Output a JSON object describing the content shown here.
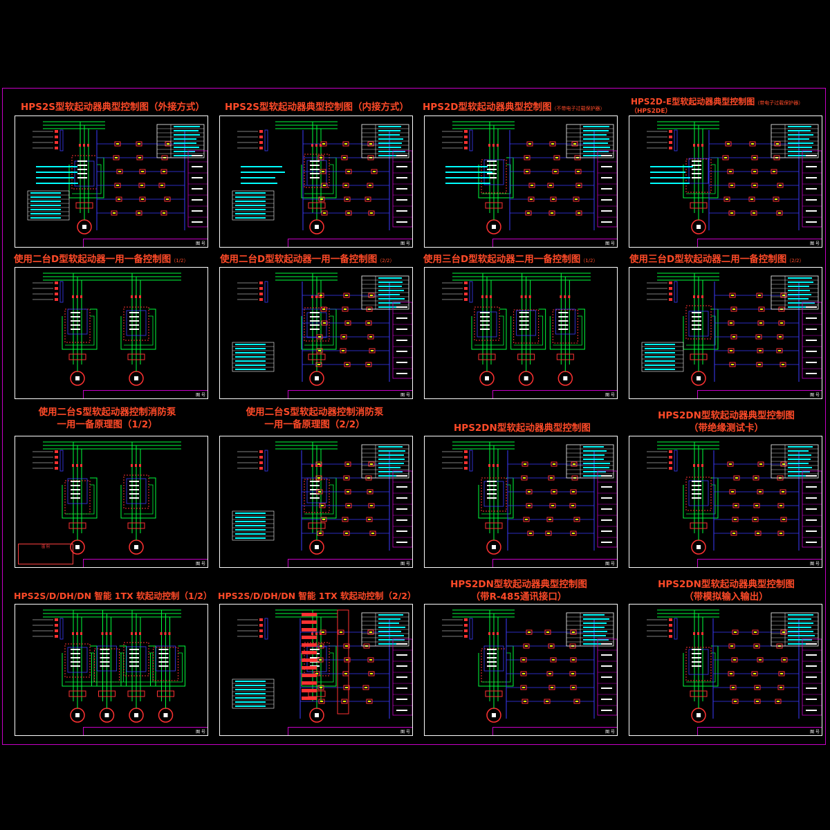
{
  "colors": {
    "title": "#ff4a28",
    "frame": "#c800c8",
    "bus": "#00ff3c",
    "wire": "#3c3cff",
    "device": "#ff3232",
    "text": "#ffffff",
    "cyan": "#00ffff",
    "yellow": "#ffff00"
  },
  "sheets": [
    {
      "title": "HPS2S型软起动器典型控制图（外接方式）",
      "note": "",
      "tb": "图 号"
    },
    {
      "title": "HPS2S型软起动器典型控制图（内接方式）",
      "note": "",
      "tb": "图 号"
    },
    {
      "title": "HPS2D型软起动器典型控制图",
      "note": "（不带电子过载保护器）",
      "tb": "图 号"
    },
    {
      "title": "HPS2D-E型软起动器典型控制图",
      "title2": "（HPS2DE）",
      "note": "（带电子过载保护器）",
      "tb": "图 号"
    },
    {
      "title": "使用二台D型软起动器一用一备控制图",
      "note": "（1/2）",
      "tb": "图 号"
    },
    {
      "title": "使用二台D型软起动器一用一备控制图",
      "note": "（2/2）",
      "tb": "图 号"
    },
    {
      "title": "使用三台D型软起动器二用一备控制图",
      "note": "（1/2）",
      "tb": "图 号"
    },
    {
      "title": "使用三台D型软起动器二用一备控制图",
      "note": "（2/2）",
      "tb": "图 号"
    },
    {
      "title": "使用二台S型软起动器控制消防泵",
      "title2": "一用一备原理图（1/2）",
      "note": "",
      "tb": "图 号"
    },
    {
      "title": "使用二台S型软起动器控制消防泵",
      "title2": "一用一备原理图（2/2）",
      "note": "",
      "tb": "图 号"
    },
    {
      "title": "HPS2DN型软起动器典型控制图",
      "note": "",
      "tb": "图 号"
    },
    {
      "title": "HPS2DN型软起动器典型控制图",
      "title2": "（带绝缘测试卡）",
      "note": "",
      "tb": "图 号"
    },
    {
      "title": "HPS2S/D/DH/DN 智能 1TX 软起动控制（1/2）",
      "note": "",
      "tb": "图 号"
    },
    {
      "title": "HPS2S/D/DH/DN 智能 1TX 软起动控制（2/2）",
      "note": "",
      "tb": "图 号"
    },
    {
      "title": "HPS2DN型软起动器典型控制图",
      "title2": "（带R-485通讯接口）",
      "note": "",
      "tb": "图 号"
    },
    {
      "title": "HPS2DN型软起动器典型控制图",
      "title2": "（带模拟输入输出）",
      "note": "",
      "tb": "图 号"
    }
  ],
  "legend": {
    "label": "图 例"
  }
}
